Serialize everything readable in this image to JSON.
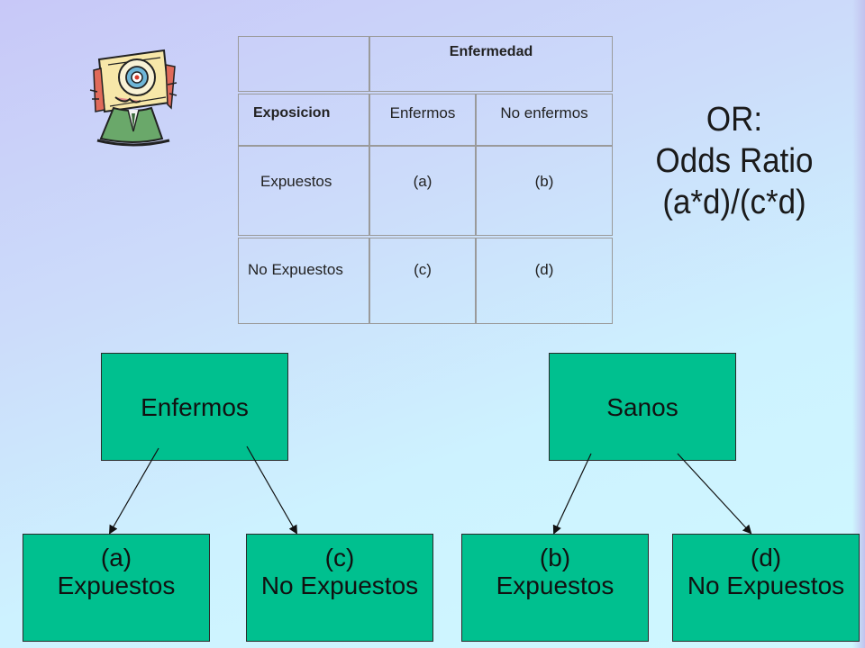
{
  "table": {
    "header": "Enfermedad",
    "row_header": "Exposicion",
    "col_enfermos": "Enfermos",
    "col_no_enfermos": "No enfermos",
    "rows": [
      {
        "label": "Expuestos",
        "a": "(a)",
        "b": "(b)"
      },
      {
        "label": "No Expuestos",
        "a": "(c)",
        "b": "(d)"
      }
    ]
  },
  "formula": {
    "line1": "OR:",
    "line2": "Odds Ratio",
    "line3": "(a*d)/(c*d)"
  },
  "tree": {
    "enfermos": "Enfermos",
    "sanos": "Sanos",
    "leaves": [
      {
        "letter": "(a)",
        "label": "Expuestos"
      },
      {
        "letter": "(c)",
        "label": "No Expuestos"
      },
      {
        "letter": "(b)",
        "label": "Expuestos"
      },
      {
        "letter": "(d)",
        "label": "No Expuestos"
      }
    ]
  },
  "colors": {
    "box_fill": "#00c08f",
    "background_start": "#c8c8f8",
    "background_end": "#cff8ff"
  },
  "icons": {
    "clipart": "target-head-clipart-icon"
  }
}
